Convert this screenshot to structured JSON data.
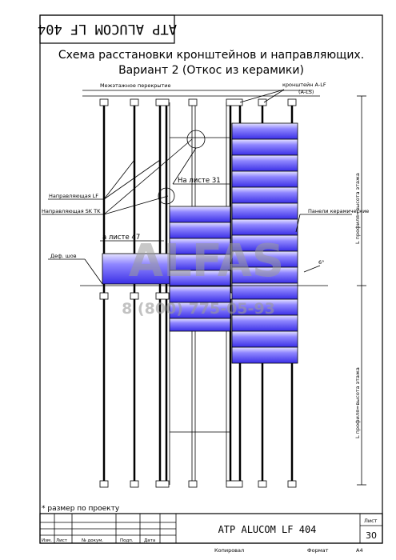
{
  "stamp_code": "ATP ALUCOM LF 404",
  "title_line1": "Схема расстановки кронштейнов и направляющих.",
  "title_line2": "Вариант 2 (Откос из керамики)",
  "labels": {
    "slab": "Межэтажное перекрытие",
    "bracket": "кронштейн A-LF",
    "bracket2": "(A-LS)",
    "rail_lf": "Направляющая LF",
    "rail_sk": "Направляющая SK TK",
    "sheet31": "На листе 31",
    "sheet47": "а листе 47",
    "def_seam": "Деф. шов",
    "panels": "Панели керамические",
    "dim_right_top": "L профиля=высота этажа",
    "dim_right_bottom": "L профиля=высота этажа",
    "angle": "6°"
  },
  "watermark": {
    "brand": "ALFAS",
    "phone": "8 (800) 775-05-93"
  },
  "footnote": "* размер по проекту",
  "title_block": {
    "headers": [
      "Изм.",
      "Лист",
      "№ докум.",
      "Подп.",
      "Дата"
    ],
    "code": "ATP ALUCOM LF 404",
    "sheet_label": "Лист",
    "sheet_number": "30",
    "copied": "Копировал",
    "format_label": "Формат",
    "format_value": "A4"
  },
  "colors": {
    "panel_dark": "#3a2fe6",
    "panel_light": "#e8e6ff",
    "line": "#000000"
  }
}
